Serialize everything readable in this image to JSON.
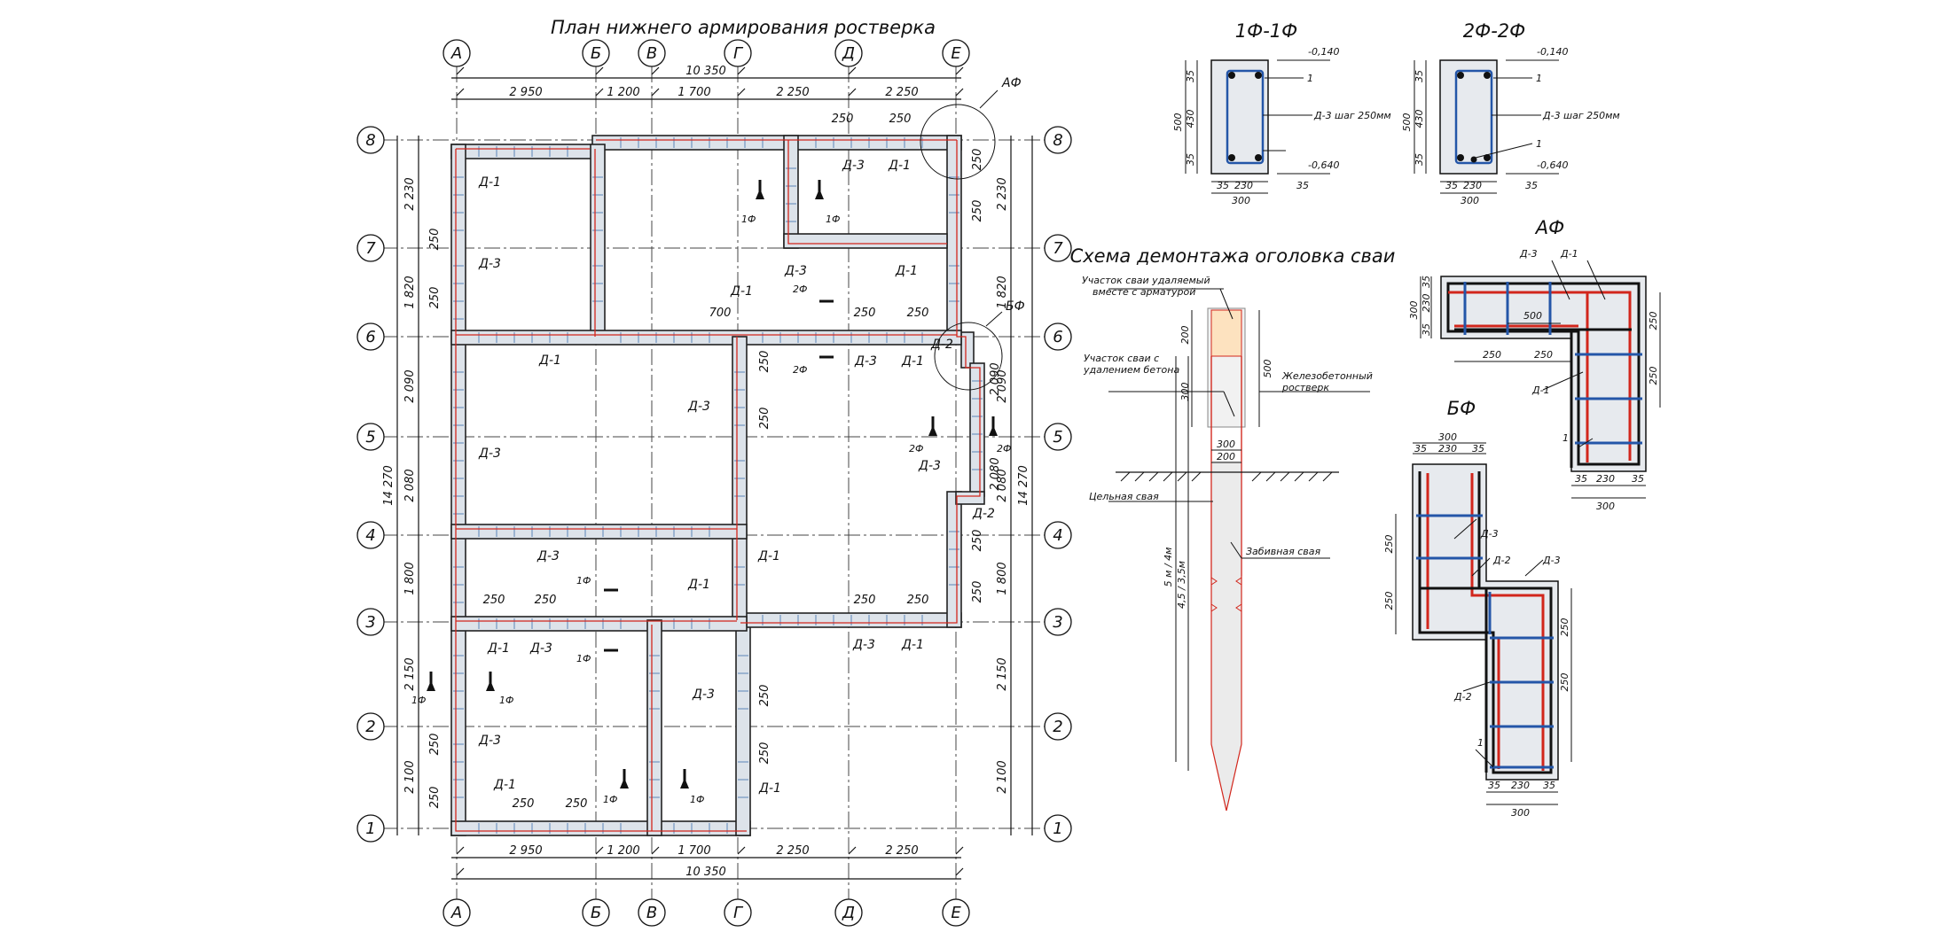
{
  "plan": {
    "title": "План нижнего армирования ростверка",
    "axes_letters": [
      "А",
      "Б",
      "В",
      "Г",
      "Д",
      "Е"
    ],
    "axes_numbers": [
      "8",
      "7",
      "6",
      "5",
      "4",
      "3",
      "2",
      "1"
    ],
    "top_dims": [
      "2 950",
      "1 200",
      "1 700",
      "2 250",
      "2 250"
    ],
    "top_total": "10 350",
    "bottom_dims": [
      "2 950",
      "1 200",
      "1 700",
      "2 250",
      "2 250"
    ],
    "bottom_total": "10 350",
    "left_dims": [
      "2 230",
      "1 820",
      "2 090",
      "2 080",
      "1 800",
      "2 150",
      "2 100"
    ],
    "left_total": "14 270",
    "right_dims": [
      "2 230",
      "1 820",
      "2 090",
      "2 080",
      "1 800",
      "2 150",
      "2 100"
    ],
    "right_total": "14 270",
    "spacing": "250",
    "spacing_700": "700",
    "callout_a": "АФ",
    "callout_b": "БФ",
    "marks": {
      "d1": "Д-1",
      "d2": "Д-2",
      "d3": "Д-3"
    },
    "section_1": "1Ф",
    "section_2": "2Ф"
  },
  "sec1": {
    "title": "1Ф-1Ф",
    "top_level": "-0,140",
    "bottom_level": "-0,640",
    "height": "500",
    "side_dims": [
      "35",
      "430",
      "35"
    ],
    "bottom_dims": [
      "35",
      "230",
      "35"
    ],
    "width": "300",
    "note": "Д-3 шаг 250мм",
    "pos": "1"
  },
  "sec2": {
    "title": "2Ф-2Ф",
    "top_level": "-0,140",
    "bottom_level": "-0,640",
    "height": "500",
    "side_dims": [
      "35",
      "430",
      "35"
    ],
    "bottom_dims": [
      "35",
      "230",
      "35"
    ],
    "width": "300",
    "note": "Д-3 шаг 250мм",
    "pos": "1"
  },
  "pile": {
    "title": "Схема демонтажа оголовка сваи",
    "label_removed_1": "Участок сваи удаляемый",
    "label_removed_2": "вместе с арматурой",
    "label_concrete_1": "Участок сваи с",
    "label_concrete_2": "удалением бетона",
    "label_grillage_1": "Железобетонный",
    "label_grillage_2": "ростверк",
    "label_whole": "Цельная свая",
    "label_driven": "Забивная свая",
    "dim_200": "200",
    "dim_300": "300",
    "dim_500": "500",
    "dim_w300": "300",
    "dim_w200": "200",
    "len_1": "5 м / 4м",
    "len_2": "4,5 / 3,5м"
  },
  "af": {
    "title": "АФ",
    "marks": [
      "Д-3",
      "Д-1",
      "Д-1"
    ],
    "pos": "1",
    "dims_left": [
      "300",
      "230",
      "35",
      "35"
    ],
    "dim_500": "500",
    "bottom_dims": [
      "250",
      "250"
    ],
    "right_dims": [
      "250",
      "250"
    ],
    "bottom_small": [
      "35",
      "230",
      "35"
    ],
    "bottom_total": "300"
  },
  "bf": {
    "title": "БФ",
    "top_total": "300",
    "top_dims": [
      "35",
      "230",
      "35"
    ],
    "marks": [
      "Д-3",
      "Д-2",
      "Д-3",
      "Д-2"
    ],
    "pos": "1",
    "left_dims": [
      "250",
      "250"
    ],
    "right_dims": [
      "250",
      "250"
    ],
    "bottom_dims": [
      "35",
      "230",
      "35"
    ],
    "bottom_total": "300"
  }
}
